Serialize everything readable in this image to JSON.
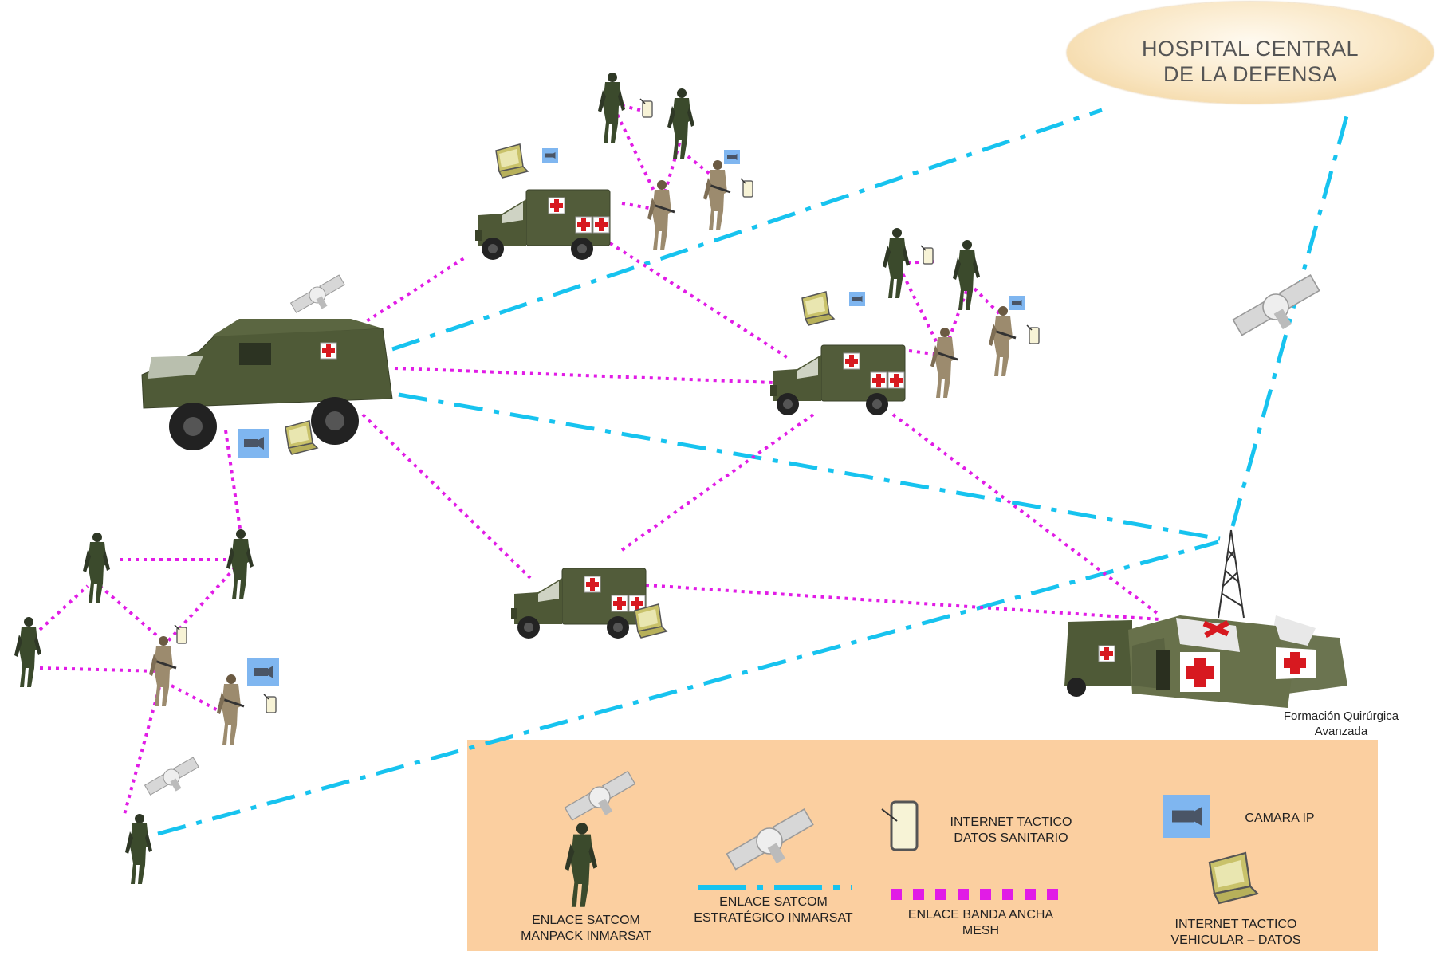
{
  "hospital": {
    "line1": "HOSPITAL CENTRAL",
    "line2": "DE LA DEFENSA"
  },
  "formacion": {
    "line1": "Formación Quirúrgica",
    "line2": "Avanzada"
  },
  "legend": {
    "satcom_manpack": {
      "line1": "ENLACE SATCOM",
      "line2": "MANPACK INMARSAT"
    },
    "satcom_estrategico": {
      "line1": "ENLACE SATCOM",
      "line2": "ESTRATÉGICO INMARSAT"
    },
    "internet_sanitario": {
      "line1": "INTERNET TACTICO",
      "line2": "DATOS  SANITARIO"
    },
    "camara_ip": {
      "line1": "CAMARA IP"
    },
    "banda_ancha": {
      "line1": "ENLACE BANDA ANCHA",
      "line2": "MESH"
    },
    "internet_vehicular": {
      "line1": "INTERNET TACTICO",
      "line2": "VEHICULAR – DATOS"
    }
  },
  "colors": {
    "satcom_link": "#17c3ef",
    "mesh_link": "#e11ce6",
    "vehicle_green": "#4f5a37",
    "legend_bg": "#fbcfa0",
    "camera_blue": "#7fb6f0",
    "red_cross": "#d71920"
  },
  "icons": [
    "armored-vehicle-icon",
    "ambulance-icon",
    "soldier-icon",
    "satellite-icon",
    "tablet-icon",
    "laptop-icon",
    "ip-camera-icon",
    "antenna-tower-icon",
    "field-hospital-tent-icon"
  ]
}
